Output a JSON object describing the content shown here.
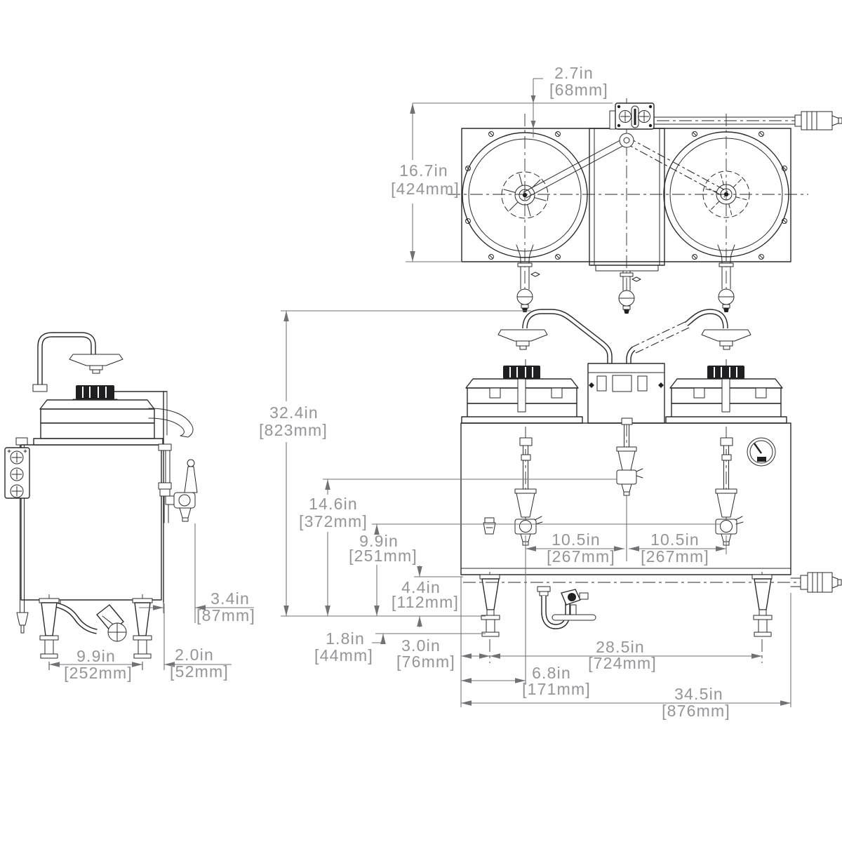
{
  "drawing": {
    "dimensions": {
      "lid_offset_depth": {
        "in": "2.7in",
        "mm": "[68mm]"
      },
      "overall_depth": {
        "in": "16.7in",
        "mm": "[424mm]"
      },
      "overall_height": {
        "in": "32.4in",
        "mm": "[823mm]"
      },
      "center_faucet_height": {
        "in": "14.6in",
        "mm": "[372mm]"
      },
      "side_faucet_height": {
        "in": "9.9in",
        "mm": "[251mm]"
      },
      "leg_height": {
        "in": "4.4in",
        "mm": "[112mm]"
      },
      "foot_adjustment": {
        "in": "1.8in",
        "mm": "[44mm]"
      },
      "leg_inset_front": {
        "in": "3.0in",
        "mm": "[76mm]"
      },
      "faucet_spacing_left": {
        "in": "10.5in",
        "mm": "[267mm]"
      },
      "faucet_spacing_right": {
        "in": "10.5in",
        "mm": "[267mm]"
      },
      "leg_span_front": {
        "in": "28.5in",
        "mm": "[724mm]"
      },
      "faucet_offset_from_edge": {
        "in": "6.8in",
        "mm": "[171mm]"
      },
      "overall_width": {
        "in": "34.5in",
        "mm": "[876mm]"
      },
      "faucet_projection_side": {
        "in": "3.4in",
        "mm": "[87mm]"
      },
      "leg_span_side": {
        "in": "9.9in",
        "mm": "[252mm]"
      },
      "leg_offset_side": {
        "in": "2.0in",
        "mm": "[52mm]"
      }
    }
  }
}
